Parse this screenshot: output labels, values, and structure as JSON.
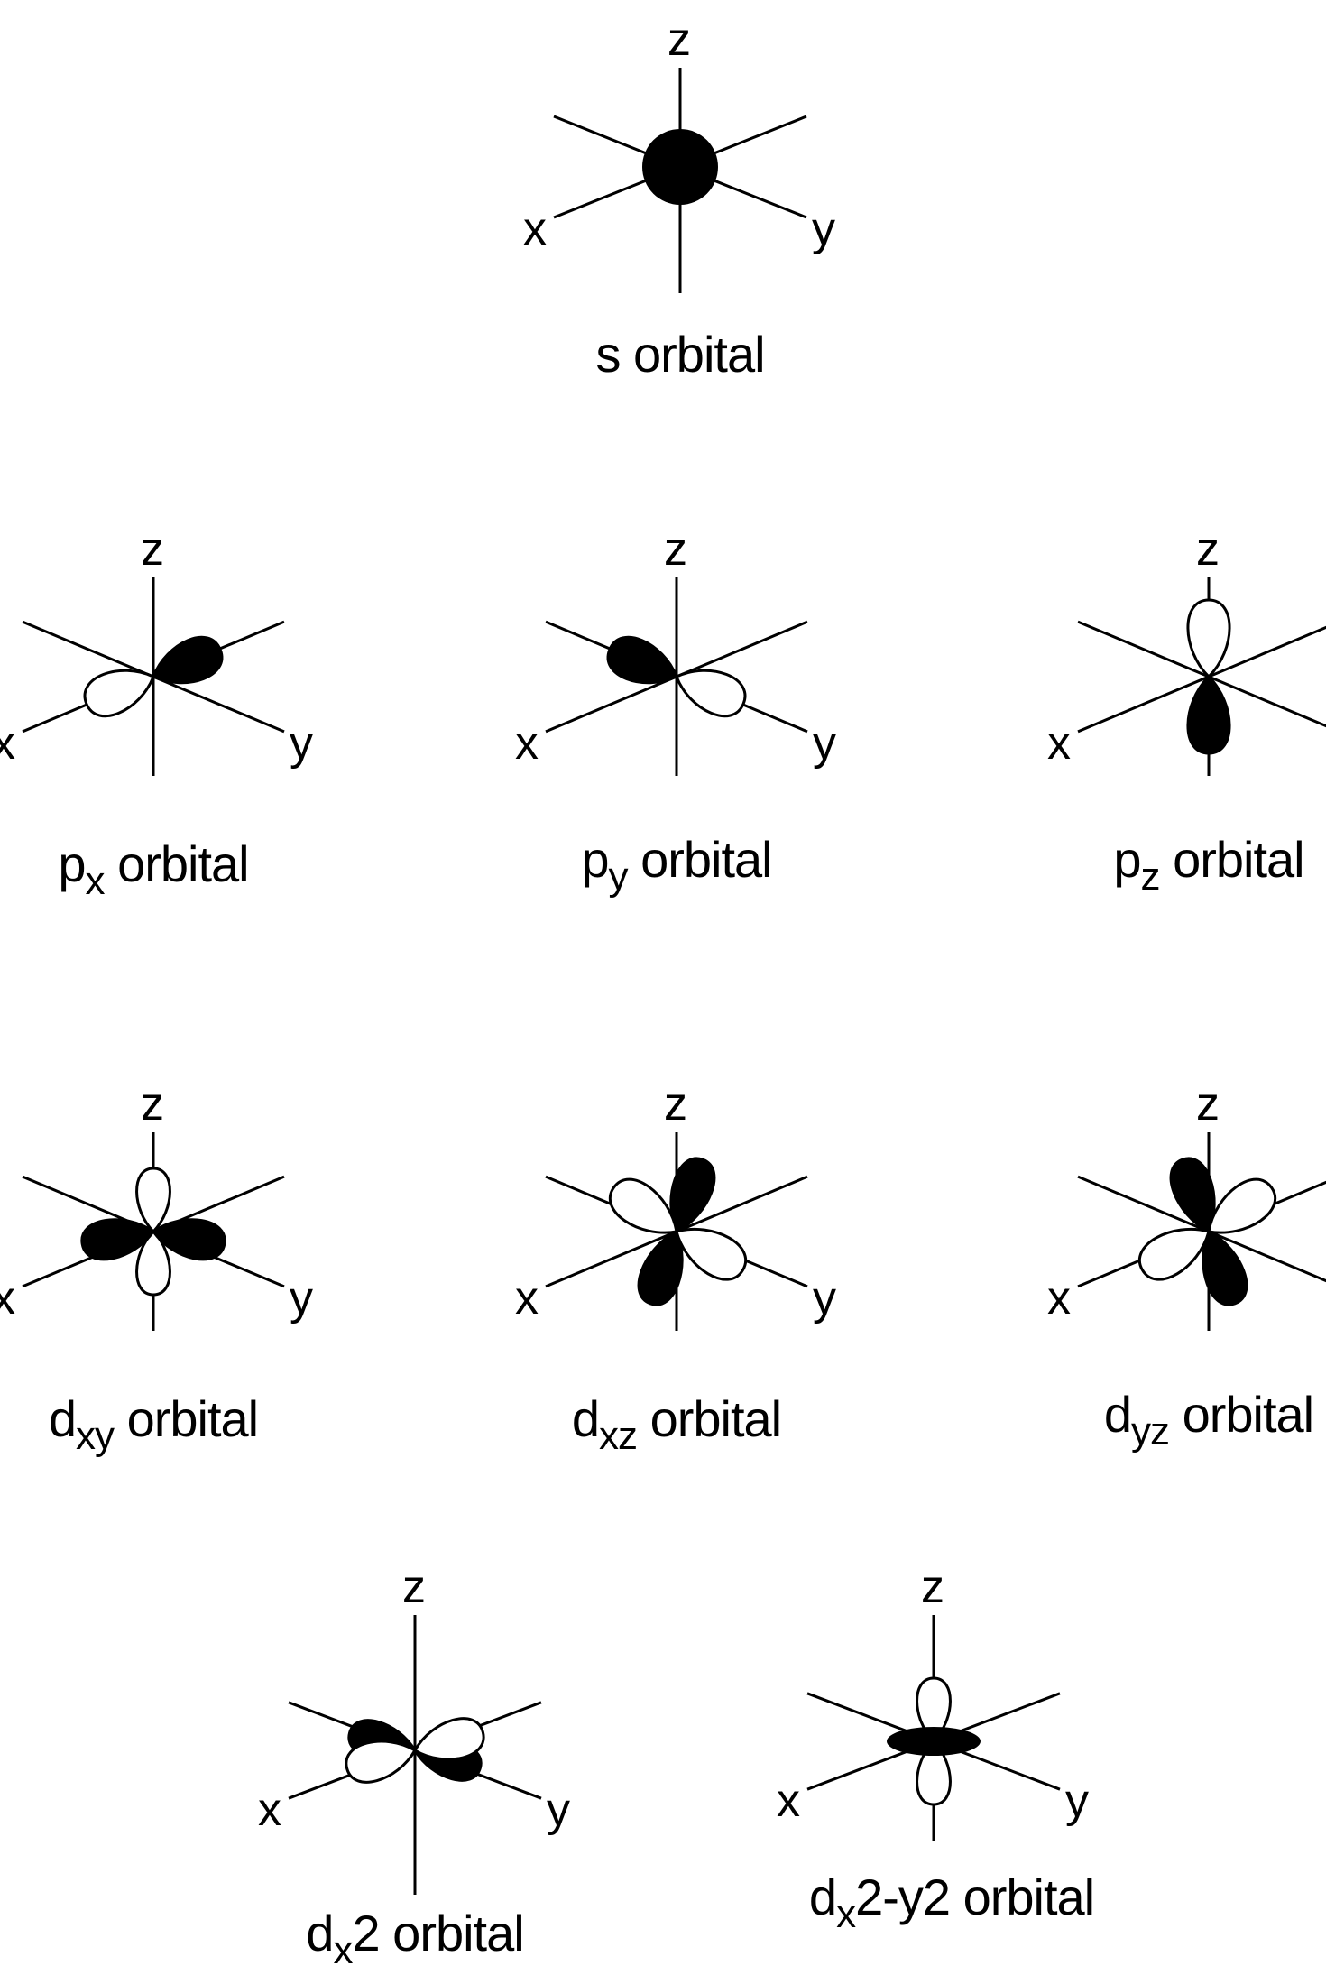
{
  "axes": {
    "x": "x",
    "y": "y",
    "z": "z"
  },
  "colors": {
    "ink": "#000000",
    "paper": "#ffffff"
  },
  "orbitals": [
    {
      "id": "s",
      "base": "s",
      "sub": "",
      "tail": "",
      "suffix": "orbital"
    },
    {
      "id": "px",
      "base": "p",
      "sub": "x",
      "tail": "",
      "suffix": "orbital"
    },
    {
      "id": "py",
      "base": "p",
      "sub": "y",
      "tail": "",
      "suffix": "orbital"
    },
    {
      "id": "pz",
      "base": "p",
      "sub": "z",
      "tail": "",
      "suffix": "orbital"
    },
    {
      "id": "dxy",
      "base": "d",
      "sub": "xy",
      "tail": "",
      "suffix": "orbital"
    },
    {
      "id": "dxz",
      "base": "d",
      "sub": "xz",
      "tail": "",
      "suffix": "orbital"
    },
    {
      "id": "dyz",
      "base": "d",
      "sub": "yz",
      "tail": "",
      "suffix": "orbital"
    },
    {
      "id": "dz2",
      "base": "d",
      "sub": "x",
      "tail": "2",
      "suffix": "orbital"
    },
    {
      "id": "dx2y2",
      "base": "d",
      "sub": "x",
      "tail": "2-y2",
      "suffix": "orbital"
    }
  ]
}
